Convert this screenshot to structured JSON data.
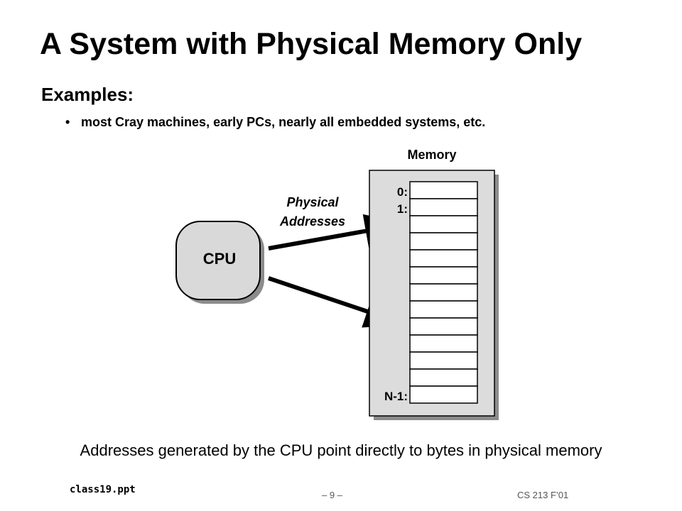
{
  "slide": {
    "title": "A System with Physical Memory Only",
    "subhead": "Examples:",
    "bullet": "most Cray machines, early PCs, nearly all embedded systems, etc.",
    "caption": "Addresses generated by the CPU point directly to bytes in physical memory"
  },
  "diagram": {
    "cpu_label": "CPU",
    "arrow_label_line1": "Physical",
    "arrow_label_line2": "Addresses",
    "memory_label": "Memory",
    "address_labels": [
      "0:",
      "1:",
      "N-1:"
    ],
    "memory_cell_count": 13
  },
  "footer": {
    "filename": "class19.ppt",
    "page": "– 9 –",
    "course": "CS 213 F’01"
  }
}
